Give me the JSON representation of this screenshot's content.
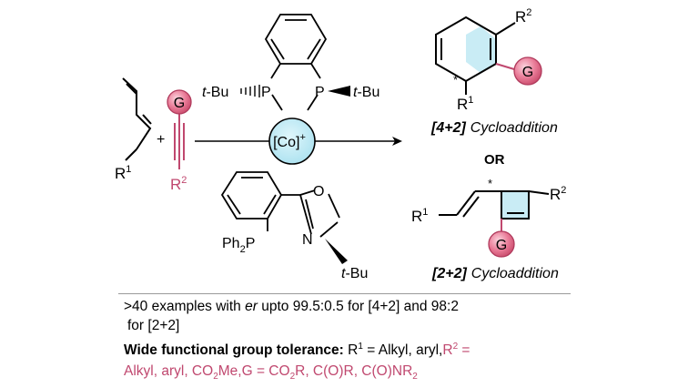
{
  "scheme": {
    "catalyst_label": "[Co]",
    "catalyst_charge": "+",
    "group_label": "G",
    "tbu_label": "t",
    "tbu_suffix": "-Bu",
    "phosphorus": "P",
    "ph2p_label": "Ph",
    "ph2p_sub": "2",
    "nitrogen": "N",
    "oxygen": "O",
    "r_label": "R",
    "r1_sup": "1",
    "r2_sup": "2",
    "plus": "+",
    "stereo_mark": "*",
    "or_label": "OR",
    "product_42_tag": "[4+2]",
    "product_42_text": "Cycloaddition",
    "product_22_tag": "[2+2]",
    "product_22_text": "Cycloaddition",
    "colors": {
      "accent": "#c0486f",
      "catalyst_fill": "#bfeaf5",
      "group_fill": "#e97a97"
    }
  },
  "summary": {
    "line1_prefix": ">40 examples with ",
    "line1_er": "er",
    "line1_suffix": " upto 99.5:0.5 for [4+2] and 98:2",
    "line2": "for [2+2]",
    "tolerance_bold": "Wide functional group tolerance:",
    "tolerance_r1_pre": "R",
    "tolerance_r1_sup": "1",
    "tolerance_r1_post": " = Alkyl, aryl,",
    "tolerance_r2_pre": "R",
    "tolerance_r2_sup": "2",
    "tolerance_r2_post": " =",
    "line4_a": "Alkyl, aryl, CO",
    "line4_a_sub": "2",
    "line4_b": "Me,G = CO",
    "line4_b_sub": "2",
    "line4_c": "R, C(O)R, C(O)NR",
    "line4_c_sub": "2"
  }
}
